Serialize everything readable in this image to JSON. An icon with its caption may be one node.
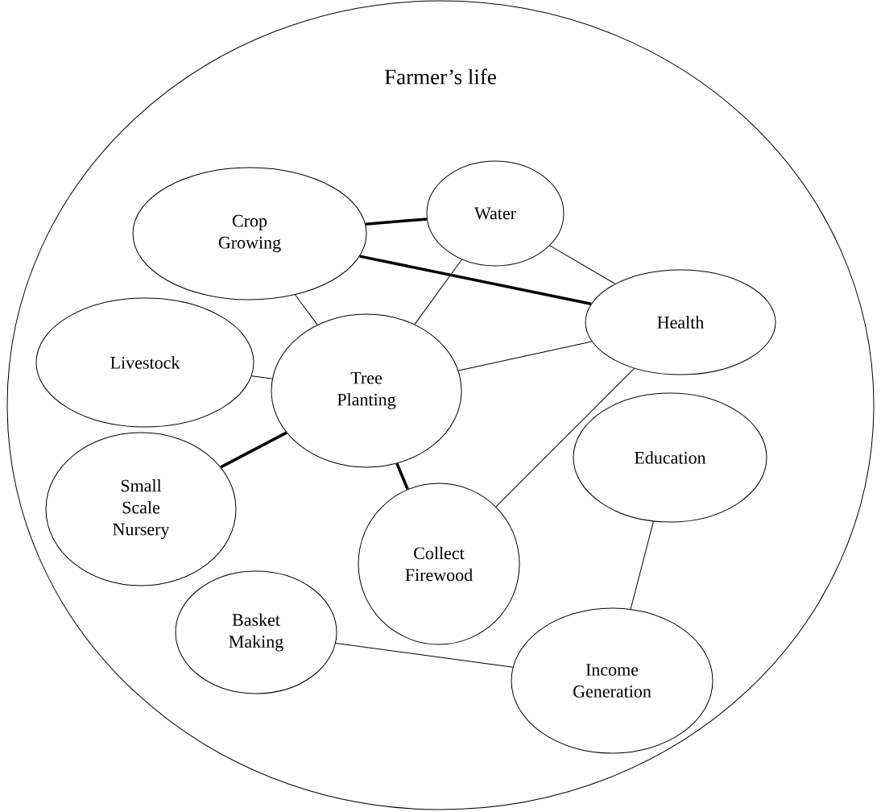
{
  "diagram": {
    "nodes": [
      {
        "text": [
          "Farmer’s life"
        ]
      },
      {
        "text": [
          "Crop Growing"
        ],
        "in": 0
      },
      {
        "text": [
          "Water"
        ],
        "in": 0
      },
      {
        "text": [
          "Health"
        ],
        "in": 0
      },
      {
        "text": [
          "Livestock"
        ],
        "in": 0
      },
      {
        "text": [
          "Tree Planting"
        ],
        "in": 0
      },
      {
        "text": [
          "Education"
        ],
        "in": 0
      },
      {
        "text": [
          "Small Scale Nursery"
        ],
        "in": 0
      },
      {
        "text": [
          "Collect Firewood"
        ],
        "in": 0
      },
      {
        "text": [
          "Basket Making"
        ],
        "in": 0
      },
      {
        "text": [
          "Income Generation"
        ],
        "in": 0
      }
    ],
    "edges": [
      {
        "from": 1,
        "to": 2,
        "arrow": "none",
        "style": "thick"
      },
      {
        "from": 1,
        "to": 3,
        "arrow": "none",
        "style": "thick"
      },
      {
        "from": 1,
        "to": 5,
        "arrow": "none"
      },
      {
        "from": 2,
        "to": 5,
        "arrow": "none"
      },
      {
        "from": 2,
        "to": 3,
        "arrow": "none"
      },
      {
        "from": 4,
        "to": 5,
        "arrow": "none"
      },
      {
        "from": 5,
        "to": 3,
        "arrow": "none"
      },
      {
        "from": 5,
        "to": 7,
        "arrow": "none",
        "style": "thick"
      },
      {
        "from": 5,
        "to": 8,
        "arrow": "none",
        "style": "thick"
      },
      {
        "from": 3,
        "to": 8,
        "arrow": "none"
      },
      {
        "from": 6,
        "to": 10,
        "arrow": "none"
      },
      {
        "from": 9,
        "to": 10,
        "arrow": "none"
      }
    ]
  }
}
